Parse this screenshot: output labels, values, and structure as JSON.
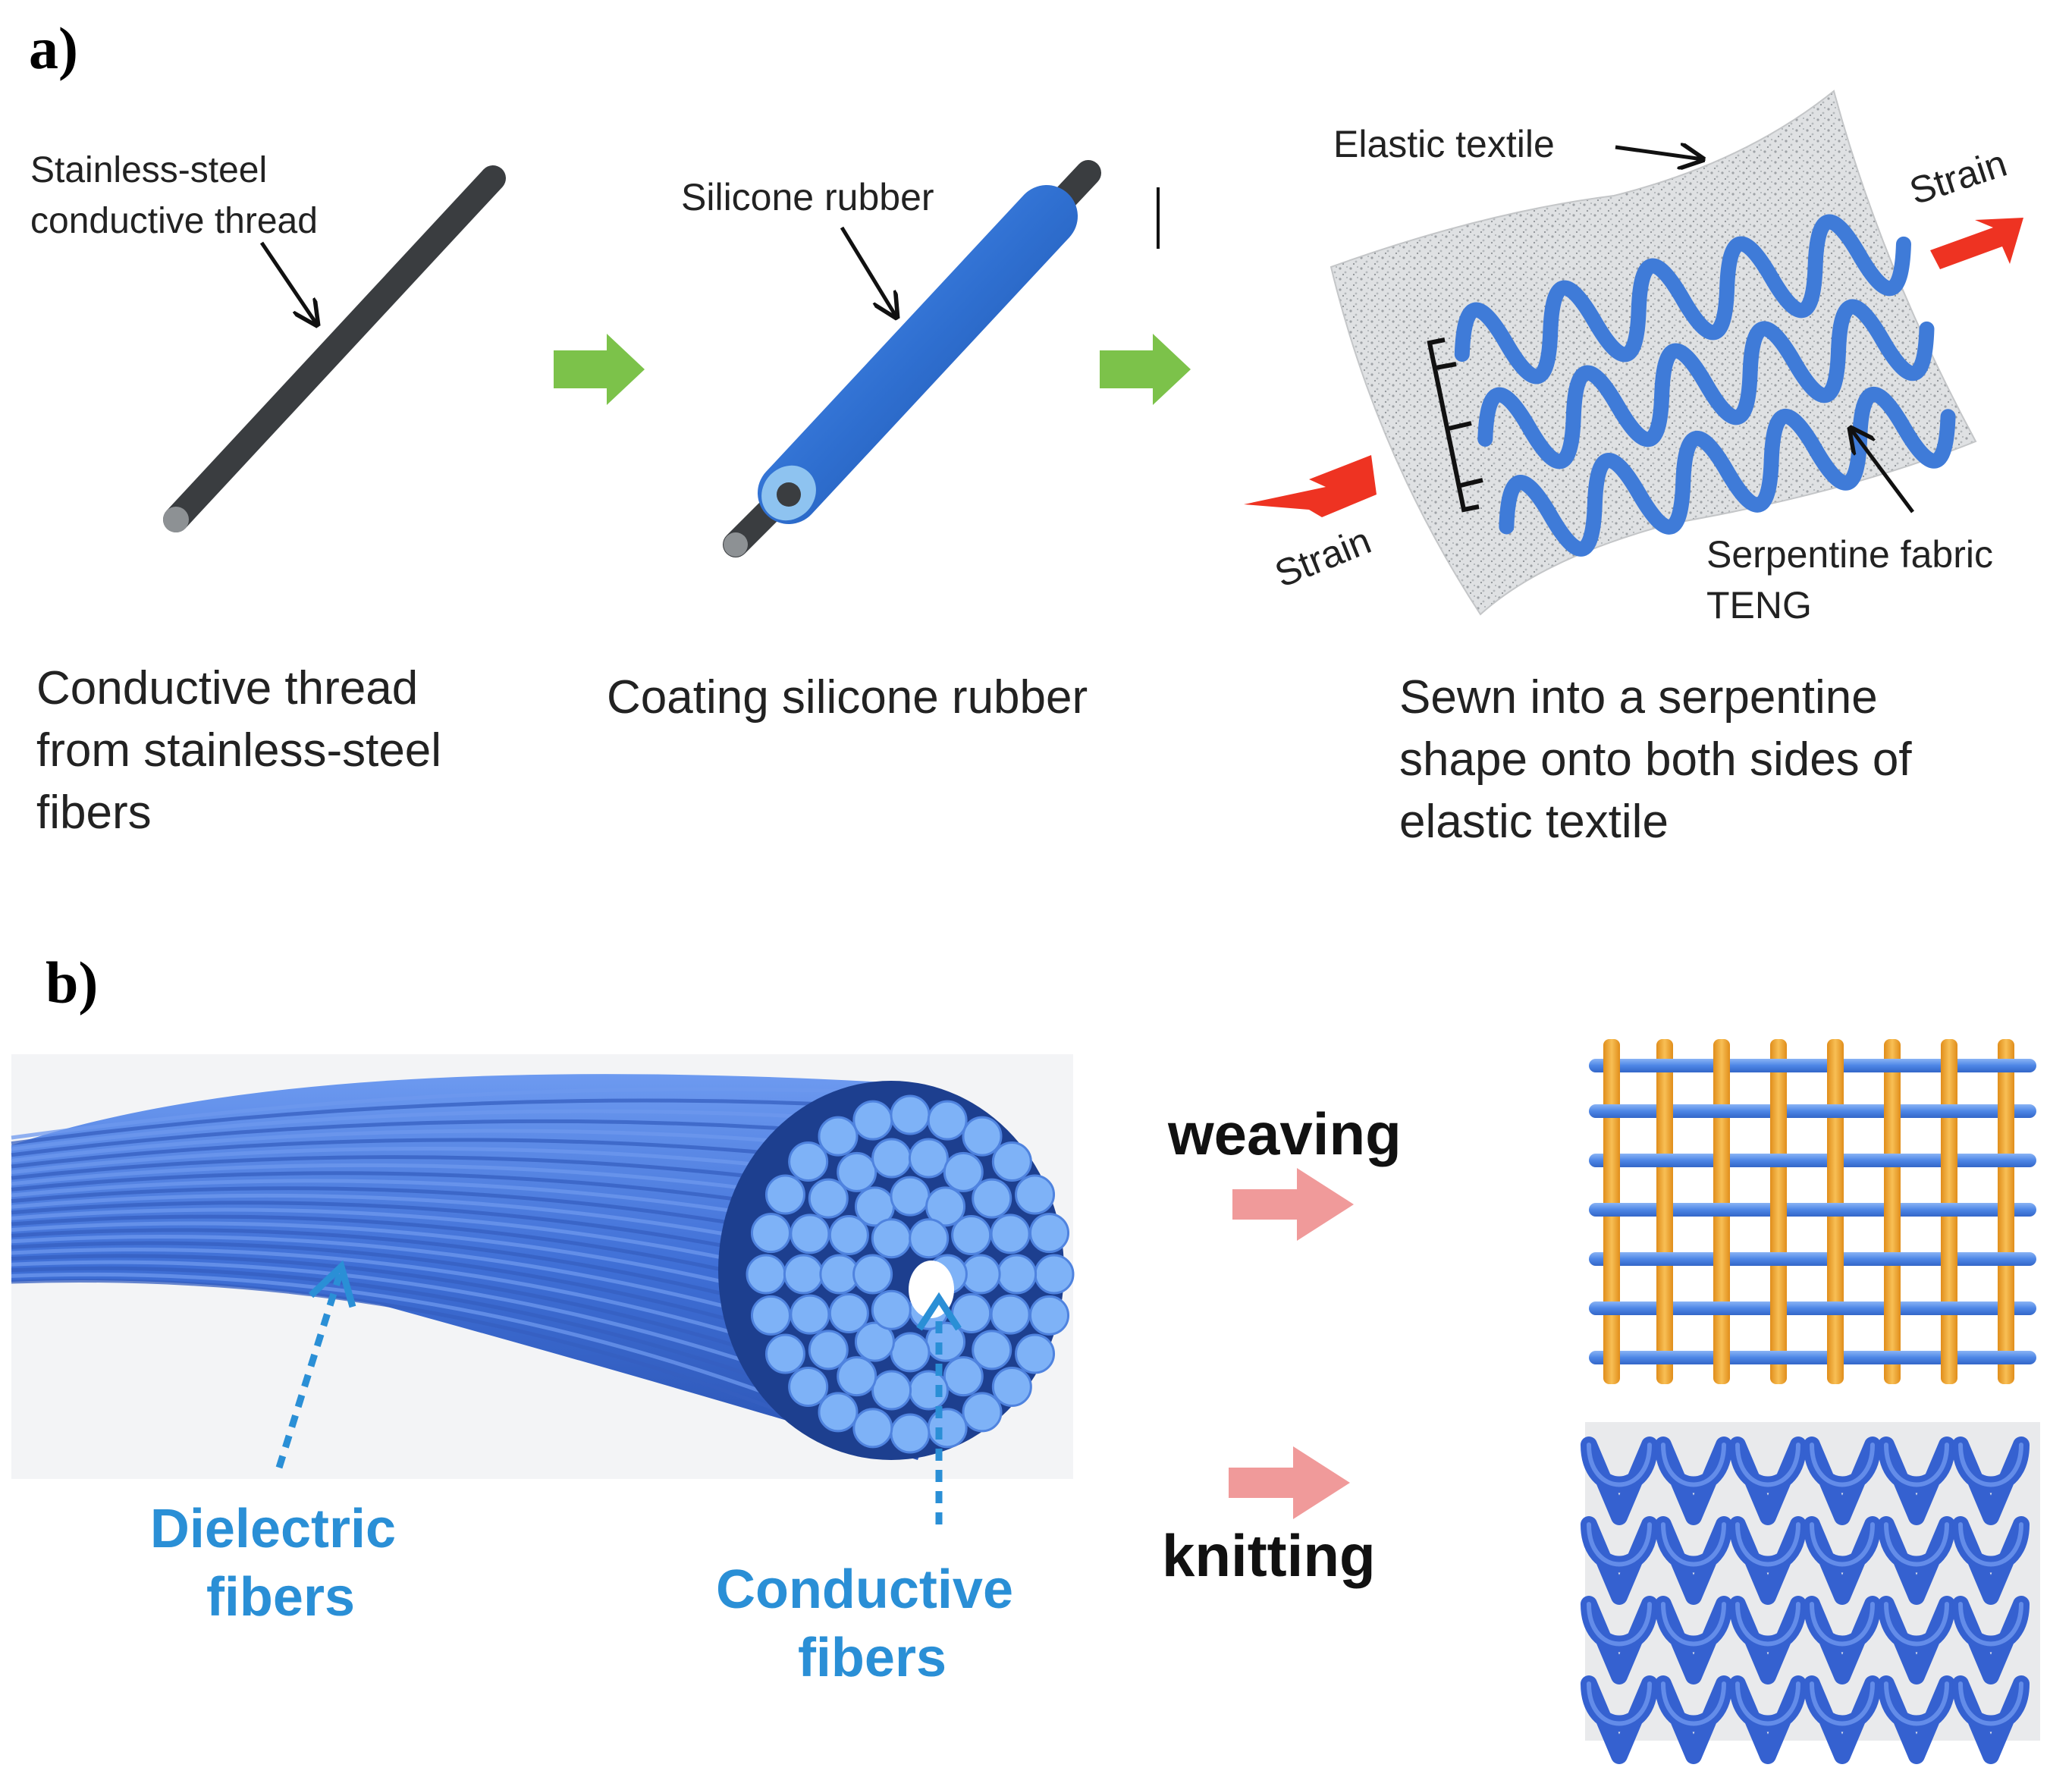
{
  "panel_a": {
    "label": "a)",
    "step1": {
      "callout": [
        "Stainless-steel",
        "conductive thread"
      ],
      "caption": [
        "Conductive thread",
        "from stainless-steel",
        "fibers"
      ]
    },
    "step2": {
      "callout": "Silicone rubber",
      "caption": "Coating silicone rubber"
    },
    "step3": {
      "callout_top": "Elastic textile",
      "strain_right": "Strain",
      "strain_left": "Strain",
      "callout_bottom": [
        "Serpentine fabric",
        "TENG"
      ],
      "caption": [
        "Sewn into a serpentine",
        "shape onto both sides of",
        "elastic textile"
      ]
    }
  },
  "panel_b": {
    "label": "b)",
    "dielectric_label": [
      "Dielectric",
      "fibers"
    ],
    "conductive_label": [
      "Conductive",
      "fibers"
    ],
    "weaving_label": "weaving",
    "knitting_label": "knitting"
  },
  "colors": {
    "rubber_blue": "#2f6fd0",
    "fiber_blue": "#4a7fe0",
    "label_blue": "#2a8fd6",
    "flow_arrow_green": "#7cc24a",
    "strain_arrow_red": "#ee3322",
    "process_arrow_pink": "#f09a9a",
    "weave_orange": "#f0a630",
    "knit_blue": "#3561d0"
  }
}
